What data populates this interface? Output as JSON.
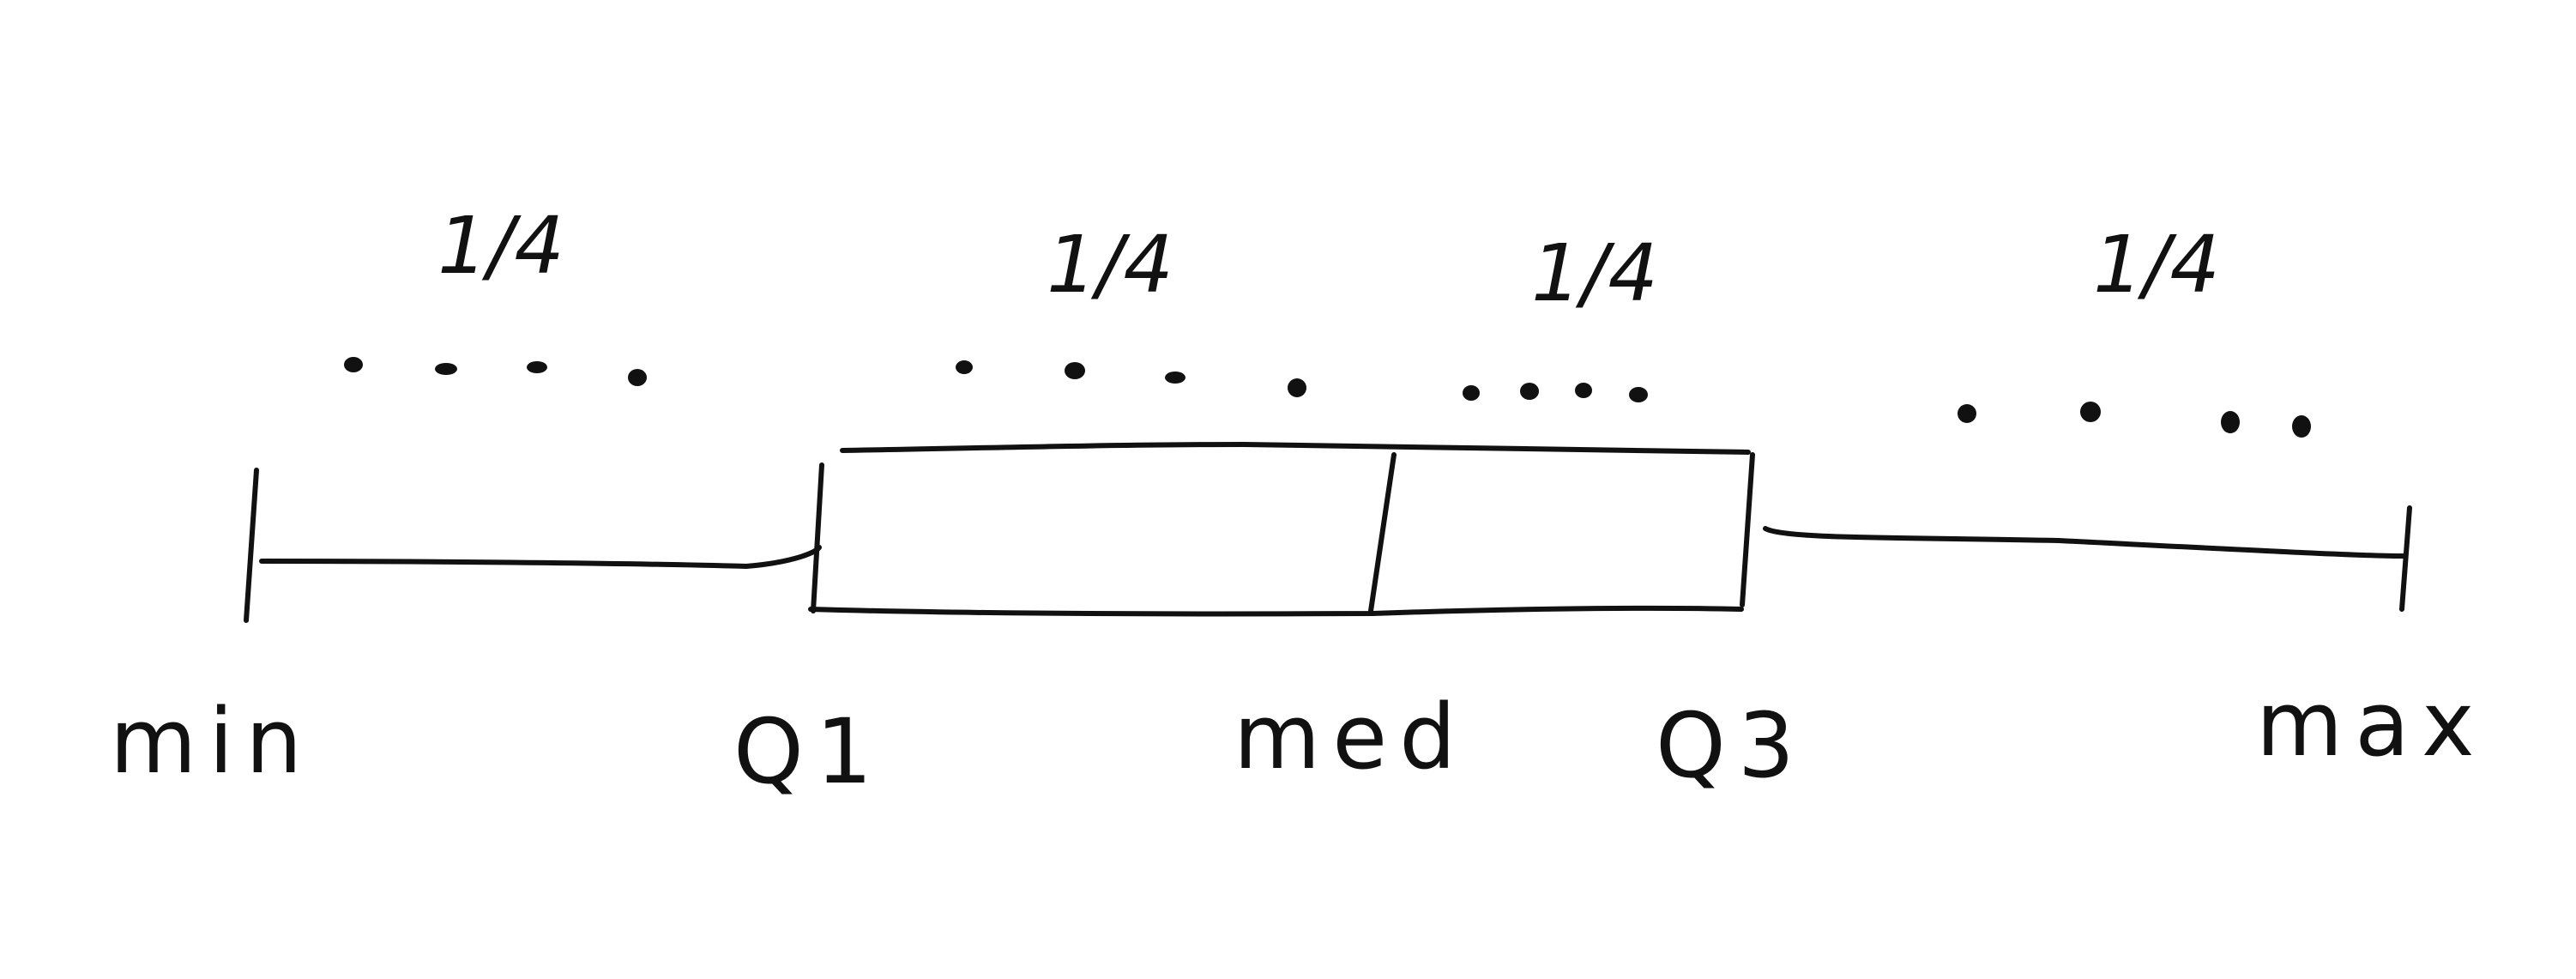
{
  "diagram": {
    "labels": {
      "min": "min",
      "q1": "Q1",
      "median": "med",
      "q3": "Q3",
      "max": "max"
    },
    "quarter_fractions": [
      "1/4",
      "1/4",
      "1/4",
      "1/4"
    ],
    "quarter_dot_counts": [
      4,
      4,
      4,
      4
    ]
  },
  "colors": {
    "ink": "#111111",
    "background": "#ffffff"
  }
}
